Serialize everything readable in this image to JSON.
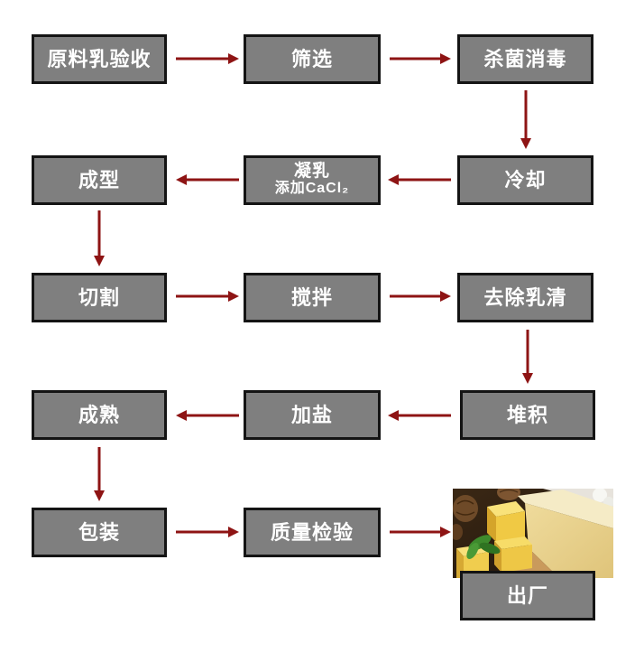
{
  "steps": [
    {
      "label": "原料乳验收"
    },
    {
      "label": "筛选"
    },
    {
      "label": "杀菌消毒"
    },
    {
      "label": "冷却"
    },
    {
      "label": "凝乳",
      "sublabel": "添加CaCl₂"
    },
    {
      "label": "成型"
    },
    {
      "label": "切割"
    },
    {
      "label": "搅拌"
    },
    {
      "label": "去除乳清"
    },
    {
      "label": "堆积"
    },
    {
      "label": "加盐"
    },
    {
      "label": "成熟"
    },
    {
      "label": "包装"
    },
    {
      "label": "质量检验"
    },
    {
      "label": "出厂"
    }
  ],
  "final_image_icon": "cheese-photo",
  "colors": {
    "box_fill": "#7f7f7f",
    "box_border": "#141414",
    "box_text": "#ffffff",
    "arrow": "#8e1414"
  }
}
